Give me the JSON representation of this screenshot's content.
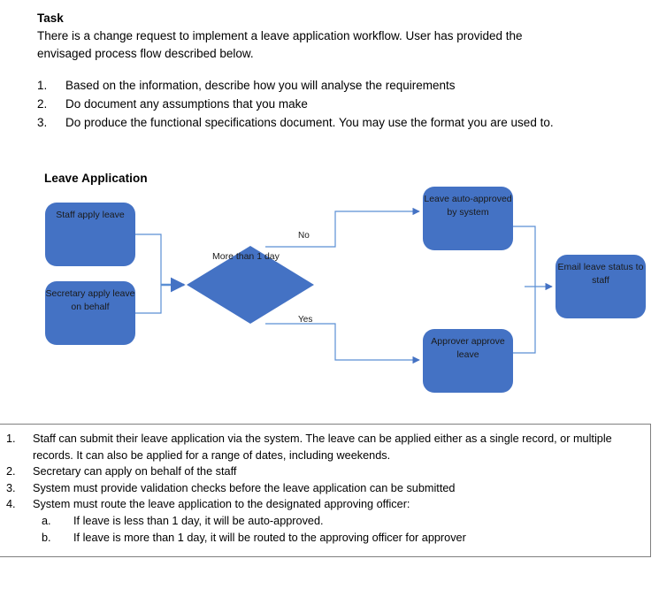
{
  "task": {
    "heading": "Task",
    "paragraph_line1": "There is a change request to implement a leave application workflow.  User has provided the",
    "paragraph_line2": "envisaged process flow described below.",
    "items": [
      {
        "num": "1.",
        "text": "Based on the information, describe how you will analyse the requirements"
      },
      {
        "num": "2.",
        "text": "Do document any assumptions that you make"
      },
      {
        "num": "3.",
        "text": "Do produce the functional specifications document.  You may use the format you are used to."
      }
    ]
  },
  "diagram": {
    "title": "Leave Application",
    "accent_color": "#4472C4",
    "connector_color": "#5B8FD4",
    "nodes": {
      "staff": "Staff apply leave",
      "secretary": "Secretary  apply leave on behalf",
      "decision": "More than 1 day",
      "auto": "Leave auto-approved by system",
      "approver": "Approver approve leave",
      "email": "Email leave status to staff"
    },
    "edge_labels": {
      "no": "No",
      "yes": "Yes"
    }
  },
  "requirements": {
    "border_color": "#7f7f7f",
    "items": [
      {
        "num": "1.",
        "text": "Staff can submit their leave application via the system.  The leave can be applied either as a single record, or multiple records.  It can also be applied for a range of dates, including weekends."
      },
      {
        "num": "2.",
        "text": "Secretary can apply on behalf of the staff"
      },
      {
        "num": "3.",
        "text": "System must provide validation checks before the leave application can be submitted"
      },
      {
        "num": "4.",
        "text": "System must route the leave application to the designated approving officer:",
        "sub": [
          {
            "num": "a.",
            "text": "If leave is less than 1 day, it will be auto-approved."
          },
          {
            "num": "b.",
            "text": "If leave is more than 1 day, it will be routed to the approving officer for approver"
          }
        ]
      }
    ]
  }
}
